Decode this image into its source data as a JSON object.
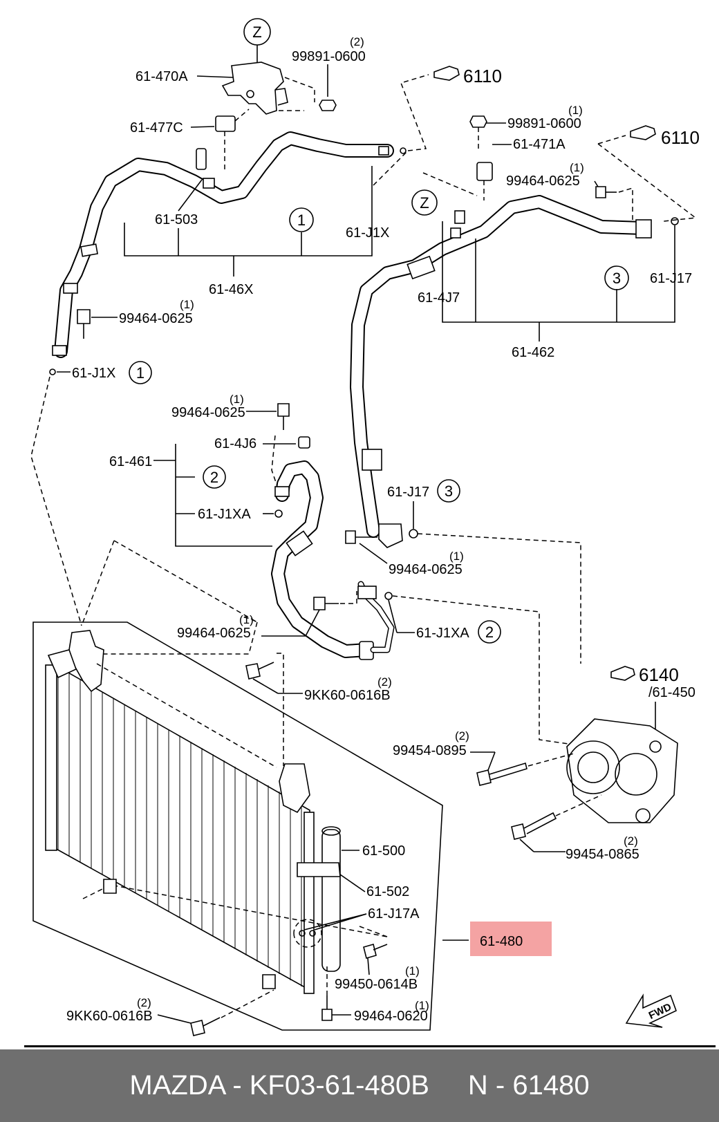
{
  "callouts": {
    "p61_470A": "61-470A",
    "p99891_a": "99891-0600",
    "q99891_a": "(2)",
    "p61_477C": "61-477C",
    "ref6110_a": "6110",
    "ref6110_b": "6110",
    "p99891_b": "99891-0600",
    "q99891_b": "(1)",
    "p61_471A": "61-471A",
    "p99464_top": "99464-0625",
    "q99464_top": "(1)",
    "p61_503": "61-503",
    "p61_J1X_top": "61-J1X",
    "p61_46X": "61-46X",
    "p61_4J7": "61-4J7",
    "p61_J17_top": "61-J17",
    "p61_462": "61-462",
    "p99464_left": "99464-0625",
    "q99464_left": "(1)",
    "p61_J1X_left": "61-J1X",
    "p99464_mid": "99464-0625",
    "q99464_mid": "(1)",
    "p61_4J6": "61-4J6",
    "p61_461": "61-461",
    "p61_J1XA_top": "61-J1XA",
    "p61_J17_mid": "61-J17",
    "p99464_hose": "99464-0625",
    "q99464_hose": "(1)",
    "p99464_lower": "99464-0625",
    "q99464_lower": "(1)",
    "p61_J1XA_low": "61-J1XA",
    "p9KK60_a": "9KK60-0616B",
    "q9KK60_a": "(2)",
    "ref6140": "6140",
    "p61_450": "/61-450",
    "p99454_0895": "99454-0895",
    "q99454_0895": "(2)",
    "p99454_0865": "99454-0865",
    "q99454_0865": "(2)",
    "p61_500": "61-500",
    "p61_502": "61-502",
    "p61_J17A": "61-J17A",
    "p61_480": "61-480",
    "p99450": "99450-0614B",
    "q99450": "(1)",
    "p9KK60_b": "9KK60-0616B",
    "q9KK60_b": "(2)",
    "p99464_0620": "99464-0620",
    "q99464_0620": "(1)",
    "fwd": "FWD"
  },
  "circle_markers": {
    "z_top": "Z",
    "z_mid": "Z",
    "m1_a": "1",
    "m1_b": "1",
    "m2_a": "2",
    "m2_b": "2",
    "m3_a": "3",
    "m3_b": "3"
  },
  "highlight_color": "#f4a3a3",
  "footer": {
    "brand": "MAZDA - KF03-61-480B",
    "code": "N - 61480",
    "background": "#6f6f6f"
  }
}
